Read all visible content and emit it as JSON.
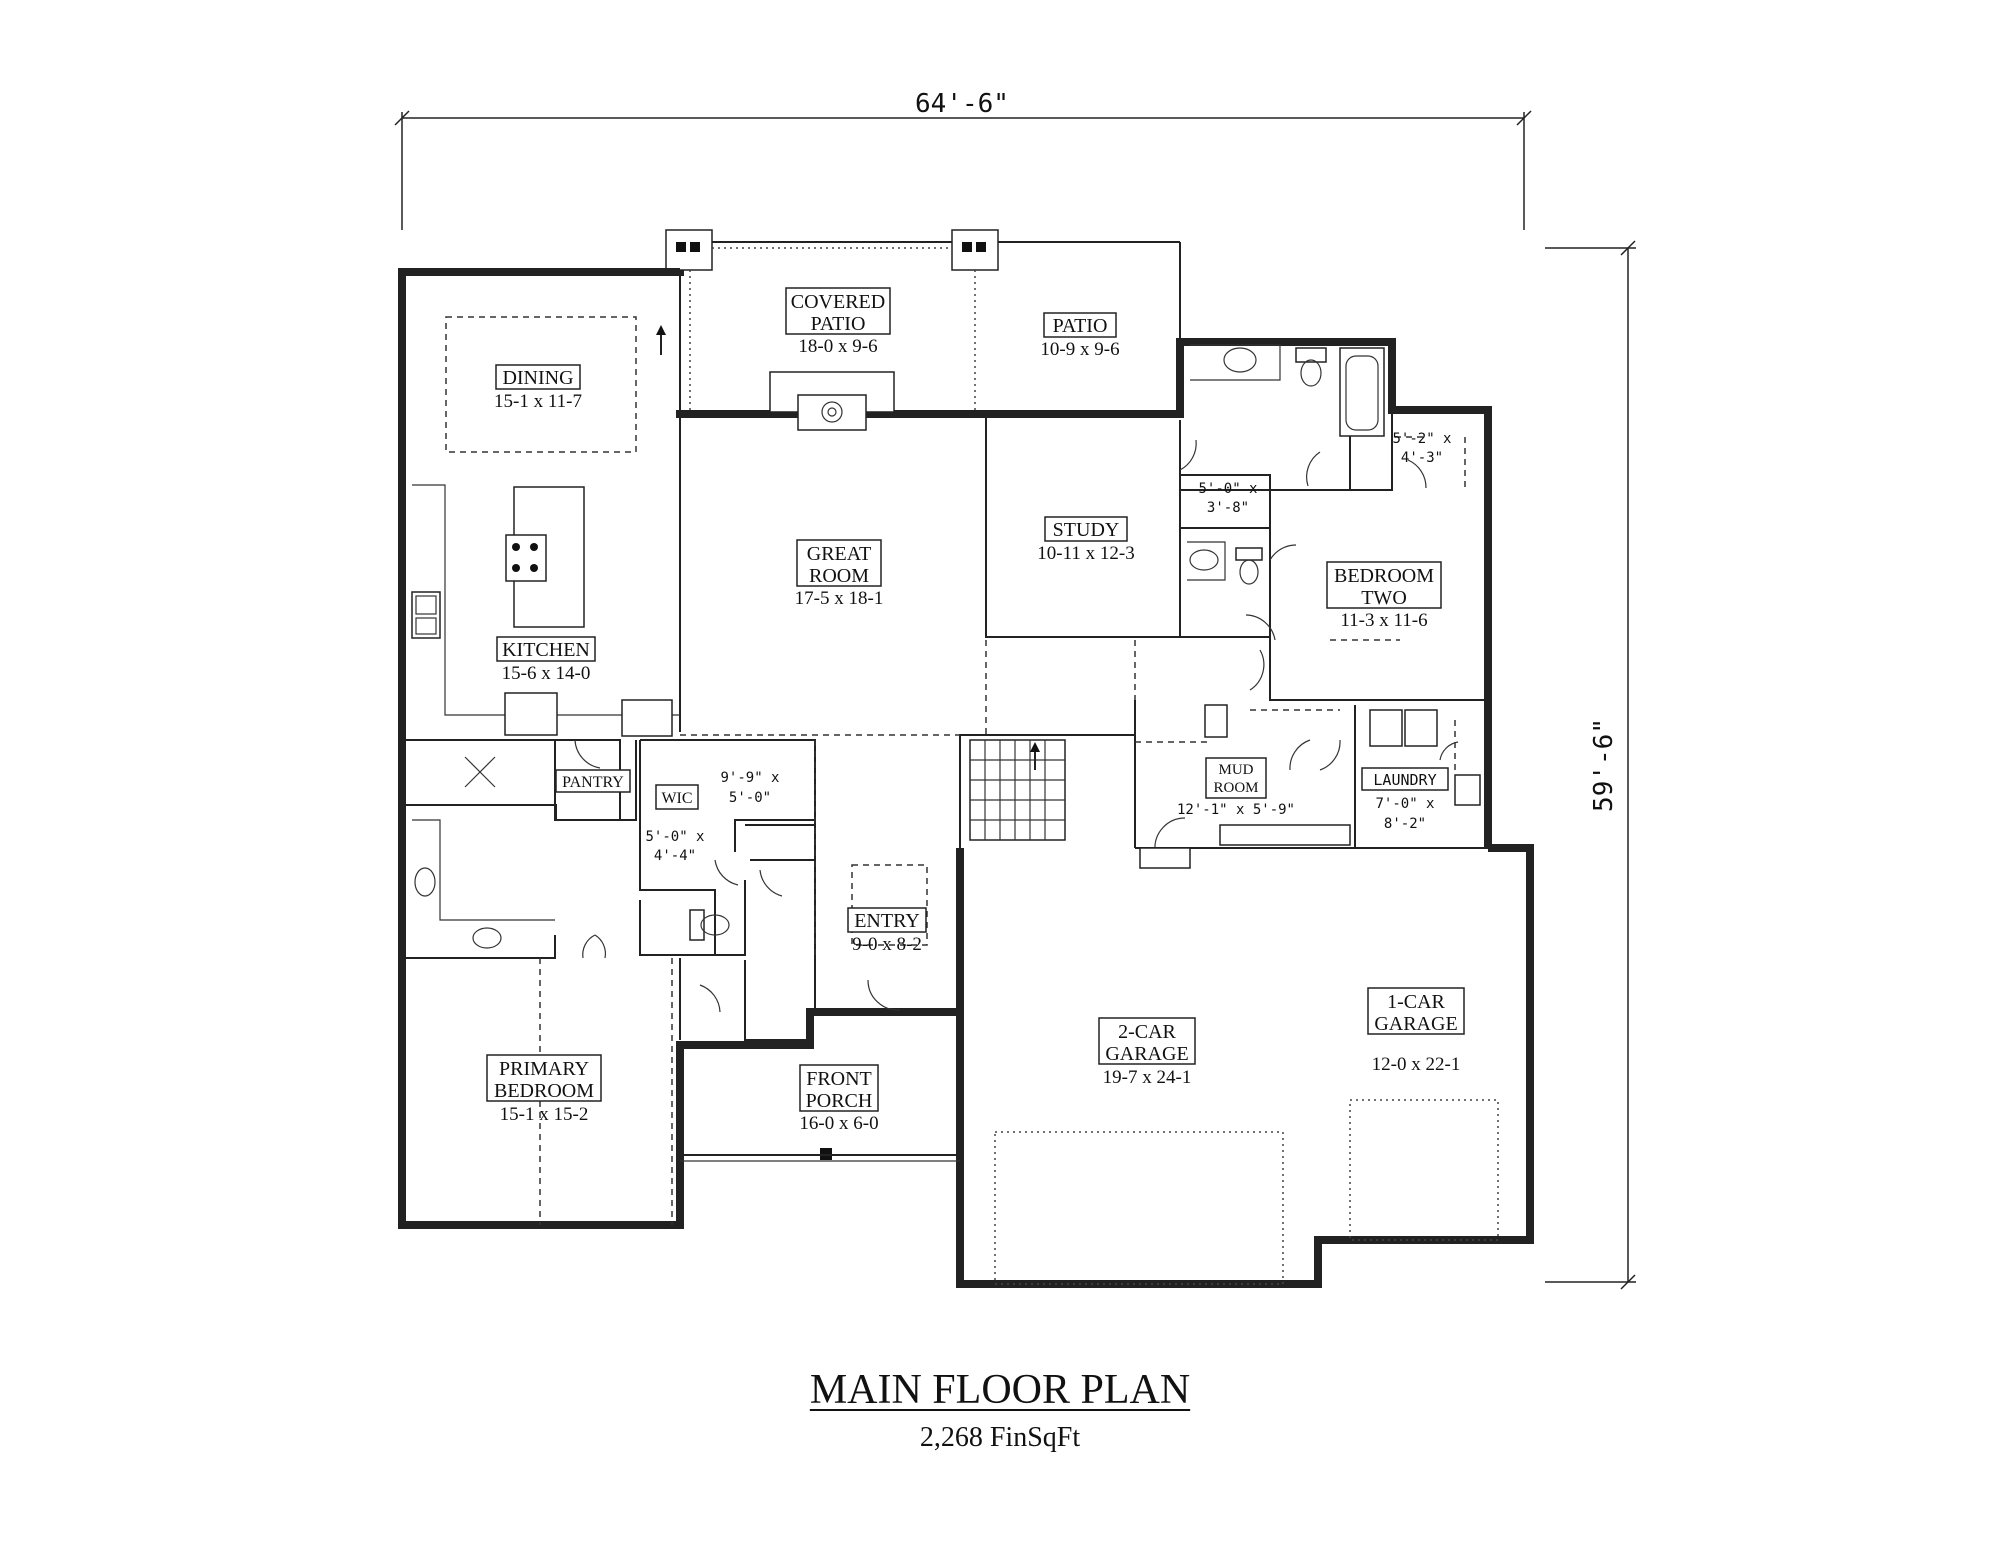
{
  "dimensions": {
    "width": "64'-6\"",
    "depth": "59'-6\""
  },
  "rooms": {
    "covered_patio": {
      "name_1": "COVERED",
      "name_2": "PATIO",
      "size": "18-0 x 9-6"
    },
    "patio": {
      "name_1": "PATIO",
      "size": "10-9 x 9-6"
    },
    "dining": {
      "name_1": "DINING",
      "size": "15-1 x 11-7"
    },
    "great_room": {
      "name_1": "GREAT",
      "name_2": "ROOM",
      "size": "17-5 x 18-1"
    },
    "study": {
      "name_1": "STUDY",
      "size": "10-11 x 12-3"
    },
    "bedroom_two": {
      "name_1": "BEDROOM",
      "name_2": "TWO",
      "size": "11-3 x 11-6"
    },
    "kitchen": {
      "name_1": "KITCHEN",
      "size": "15-6 x 14-0"
    },
    "pantry": {
      "name_1": "PANTRY"
    },
    "wic": {
      "name_1": "WIC"
    },
    "closet_a": {
      "size_1": "9'-9\" x",
      "size_2": "5'-0\""
    },
    "closet_b": {
      "size_1": "5'-0\" x",
      "size_2": "4'-4\""
    },
    "bath_a": {
      "size_1": "5'-2\" x",
      "size_2": "4'-3\""
    },
    "bath_b": {
      "size_1": "5'-0\" x",
      "size_2": "3'-8\""
    },
    "mud_room": {
      "name_1": "MUD",
      "name_2": "ROOM",
      "size": "12'-1\" x 5'-9\""
    },
    "laundry": {
      "name_1": "LAUNDRY",
      "size_1": "7'-0\" x",
      "size_2": "8'-2\""
    },
    "entry": {
      "name_1": "ENTRY",
      "size": "9-0 x 8-2"
    },
    "front_porch": {
      "name_1": "FRONT",
      "name_2": "PORCH",
      "size": "16-0 x 6-0"
    },
    "primary_bedroom": {
      "name_1": "PRIMARY",
      "name_2": "BEDROOM",
      "size": "15-1 x 15-2"
    },
    "two_car_garage": {
      "name_1": "2-CAR",
      "name_2": "GARAGE",
      "size": "19-7 x 24-1"
    },
    "one_car_garage": {
      "name_1": "1-CAR",
      "name_2": "GARAGE",
      "size": "12-0 x 22-1"
    }
  },
  "title": "MAIN FLOOR PLAN",
  "subtitle": "2,268 FinSqFt",
  "icons": [
    "fireplace-icon",
    "range-icon",
    "sink-icon",
    "toilet-icon",
    "tub-icon",
    "stair-icon",
    "fan-icon",
    "column-icon",
    "arrow-icon"
  ]
}
